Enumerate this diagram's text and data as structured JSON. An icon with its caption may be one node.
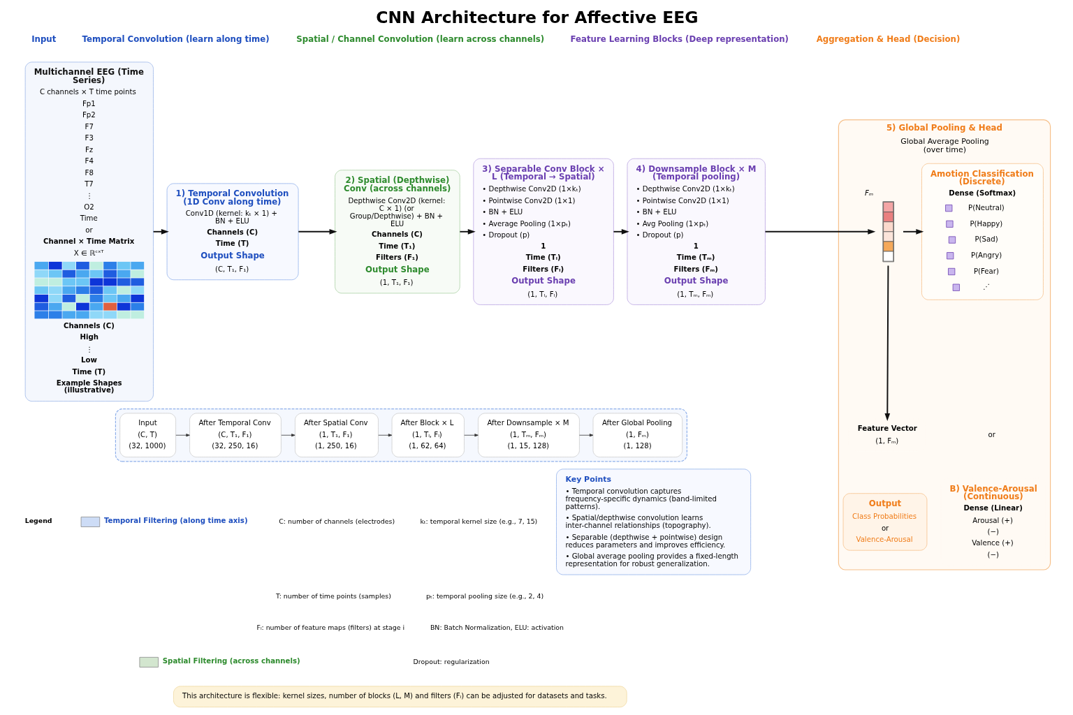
{
  "diagram": {
    "title": "CNN Architecture for Affective EEG",
    "nodes": [
      {
        "text": [
          "Multichannel EEG (Time Series)",
          "C channels × T time points",
          "Fp1",
          "Fp2",
          "F7",
          "F3",
          "Fz",
          "F4",
          "F8",
          "T7",
          "⋮",
          "O2",
          "Time",
          "or",
          "Channel × Time Matrix",
          "X ∈ ℝᶜˣᵀ",
          "Channels (C)",
          "High",
          "⋮",
          "Low",
          "Time (T)",
          "Example Shapes (illustrative)"
        ]
      },
      {
        "text": [
          "1) Temporal Convolution (1D Conv along time)",
          "Conv1D (kernel: kₜ × 1) + BN + ELU",
          "Channels (C)",
          "Time (T)",
          "Output Shape",
          "(C, T₁, F₁)"
        ]
      },
      {
        "text": [
          "2) Spatial (Depthwise) Conv (across channels)",
          "Depthwise Conv2D (kernel: C × 1) (or Group/Depthwise) + BN + ELU",
          "Channels (C)",
          "Time (T₁)",
          "Filters (F₁)",
          "Output Shape",
          "(1, T₁, F₁)"
        ]
      },
      {
        "text": [
          "3) Separable Conv Block × L (Temporal → Spatial)",
          "• Depthwise Conv2D (1×kₜ)",
          "• Pointwise Conv2D (1×1)",
          "• BN + ELU",
          "• Average Pooling (1×pₜ)",
          "• Dropout (p)",
          "1",
          "Time (Tₗ)",
          "Filters (Fₗ)",
          "Output Shape",
          "(1, Tₗ, Fₗ)"
        ]
      },
      {
        "text": [
          "4) Downsample Block × M (Temporal pooling)",
          "• Depthwise Conv2D (1×kₜ)",
          "• Pointwise Conv2D (1×1)",
          "• BN + ELU",
          "• Avg Pooling (1×pₜ)",
          "• Dropout (p)",
          "1",
          "Time (Tₘ)",
          "Filters (Fₘ)",
          "Output Shape",
          "(1, Tₘ, Fₘ)"
        ]
      },
      {
        "text": [
          "5) Global Pooling & Head",
          "Global Average Pooling (over time)"
        ]
      },
      {
        "text": [],
        "shape": "bar",
        "in": 5,
        "beside": [
          "Fₘ"
        ]
      },
      {
        "text": [
          "Feature Vector",
          "(1, Fₘ)"
        ],
        "in": 5
      },
      {
        "text": [
          "Amotion Classification (Discrete)",
          "Dense (Softmax)",
          "P(Neutral)",
          "P(Happy)",
          "P(Sad)",
          "P(Angry)",
          "P(Fear)",
          "⋰"
        ],
        "in": 5
      },
      {
        "text": [
          "B) Valence-Arousal (Continuous)",
          "Dense (Linear)",
          "Arousal (+)",
          "(−)",
          "Valence (+)",
          "(−)"
        ],
        "in": 5
      },
      {
        "text": [
          "Output",
          "Class Probabilities",
          "or",
          "Valence-Arousal"
        ],
        "in": 5
      },
      {
        "text": [],
        "shape": "box"
      },
      {
        "text": [
          "Input",
          "(C, T)",
          "(32, 1000)"
        ],
        "in": 11
      },
      {
        "text": [
          "After Temporal Conv",
          "(C, T₁, F₁)",
          "(32, 250, 16)"
        ],
        "in": 11
      },
      {
        "text": [
          "After Spatial Conv",
          "(1, T₁, F₁)",
          "(1, 250, 16)"
        ],
        "in": 11
      },
      {
        "text": [
          "After Block × L",
          "(1, Tₗ, Fₗ)",
          "(1, 62, 64)"
        ],
        "in": 11
      },
      {
        "text": [
          "After Downsample × M",
          "(1, Tₘ, Fₘ)",
          "(1, 15, 128)"
        ],
        "in": 11
      },
      {
        "text": [
          "After Global Pooling",
          "(1, Fₘ)",
          "(1, 128)"
        ],
        "in": 11
      },
      {
        "text": [
          "Key Points",
          "• Temporal convolution captures frequency-specific dynamics (band-limited patterns).",
          "• Spatial/depthwise convolution learns inter-channel relationships (topography).",
          "• Separable (depthwise + pointwise) design reduces parameters and improves efficiency.",
          "• Global average pooling provides a fixed-length representation for robust generalization."
        ]
      },
      {
        "text": [
          "This architecture is flexible: kernel sizes, number of blocks (L, M) and filters (Fₗ) can be adjusted for datasets and tasks."
        ]
      }
    ],
    "edges": [
      {
        "from": 0,
        "to": 1,
        "arrow": "to"
      },
      {
        "from": 1,
        "to": 2,
        "arrow": "to"
      },
      {
        "from": 2,
        "to": 3,
        "arrow": "to"
      },
      {
        "from": 3,
        "to": 4,
        "arrow": "to"
      },
      {
        "from": 4,
        "to": 6,
        "arrow": "to"
      },
      {
        "from": 6,
        "to": 8,
        "arrow": "to"
      },
      {
        "from": 6,
        "to": 7,
        "arrow": "to"
      },
      {
        "from": 12,
        "to": 13,
        "arrow": "to"
      },
      {
        "from": 13,
        "to": 14,
        "arrow": "to"
      },
      {
        "from": 14,
        "to": 15,
        "arrow": "to"
      },
      {
        "from": 15,
        "to": 16,
        "arrow": "to"
      },
      {
        "from": 16,
        "to": 17,
        "arrow": "to"
      }
    ],
    "labels": [
      "Input",
      "Temporal Convolution (learn along time)",
      "Spatial / Channel Convolution (learn across channels)",
      "Feature Learning Blocks (Deep representation)",
      "Aggregation & Head (Decision)",
      "or",
      "Legend",
      "C: number of channels (electrodes)",
      "T: number of time points (samples)",
      "Fₗ: number of feature maps (filters) at stage i",
      "kₜ: temporal kernel size (e.g., 7, 15)",
      "pₜ: temporal pooling size (e.g., 2, 4)",
      "BN: Batch Normalization, ELU: activation",
      "Dropout: regularization"
    ],
    "legend": [
      {
        "text": "Temporal Filtering (along time axis)",
        "color": "#cddcf6"
      },
      {
        "text": "Spatial Filtering (across channels)",
        "color": "#d3e6cf"
      }
    ]
  }
}
